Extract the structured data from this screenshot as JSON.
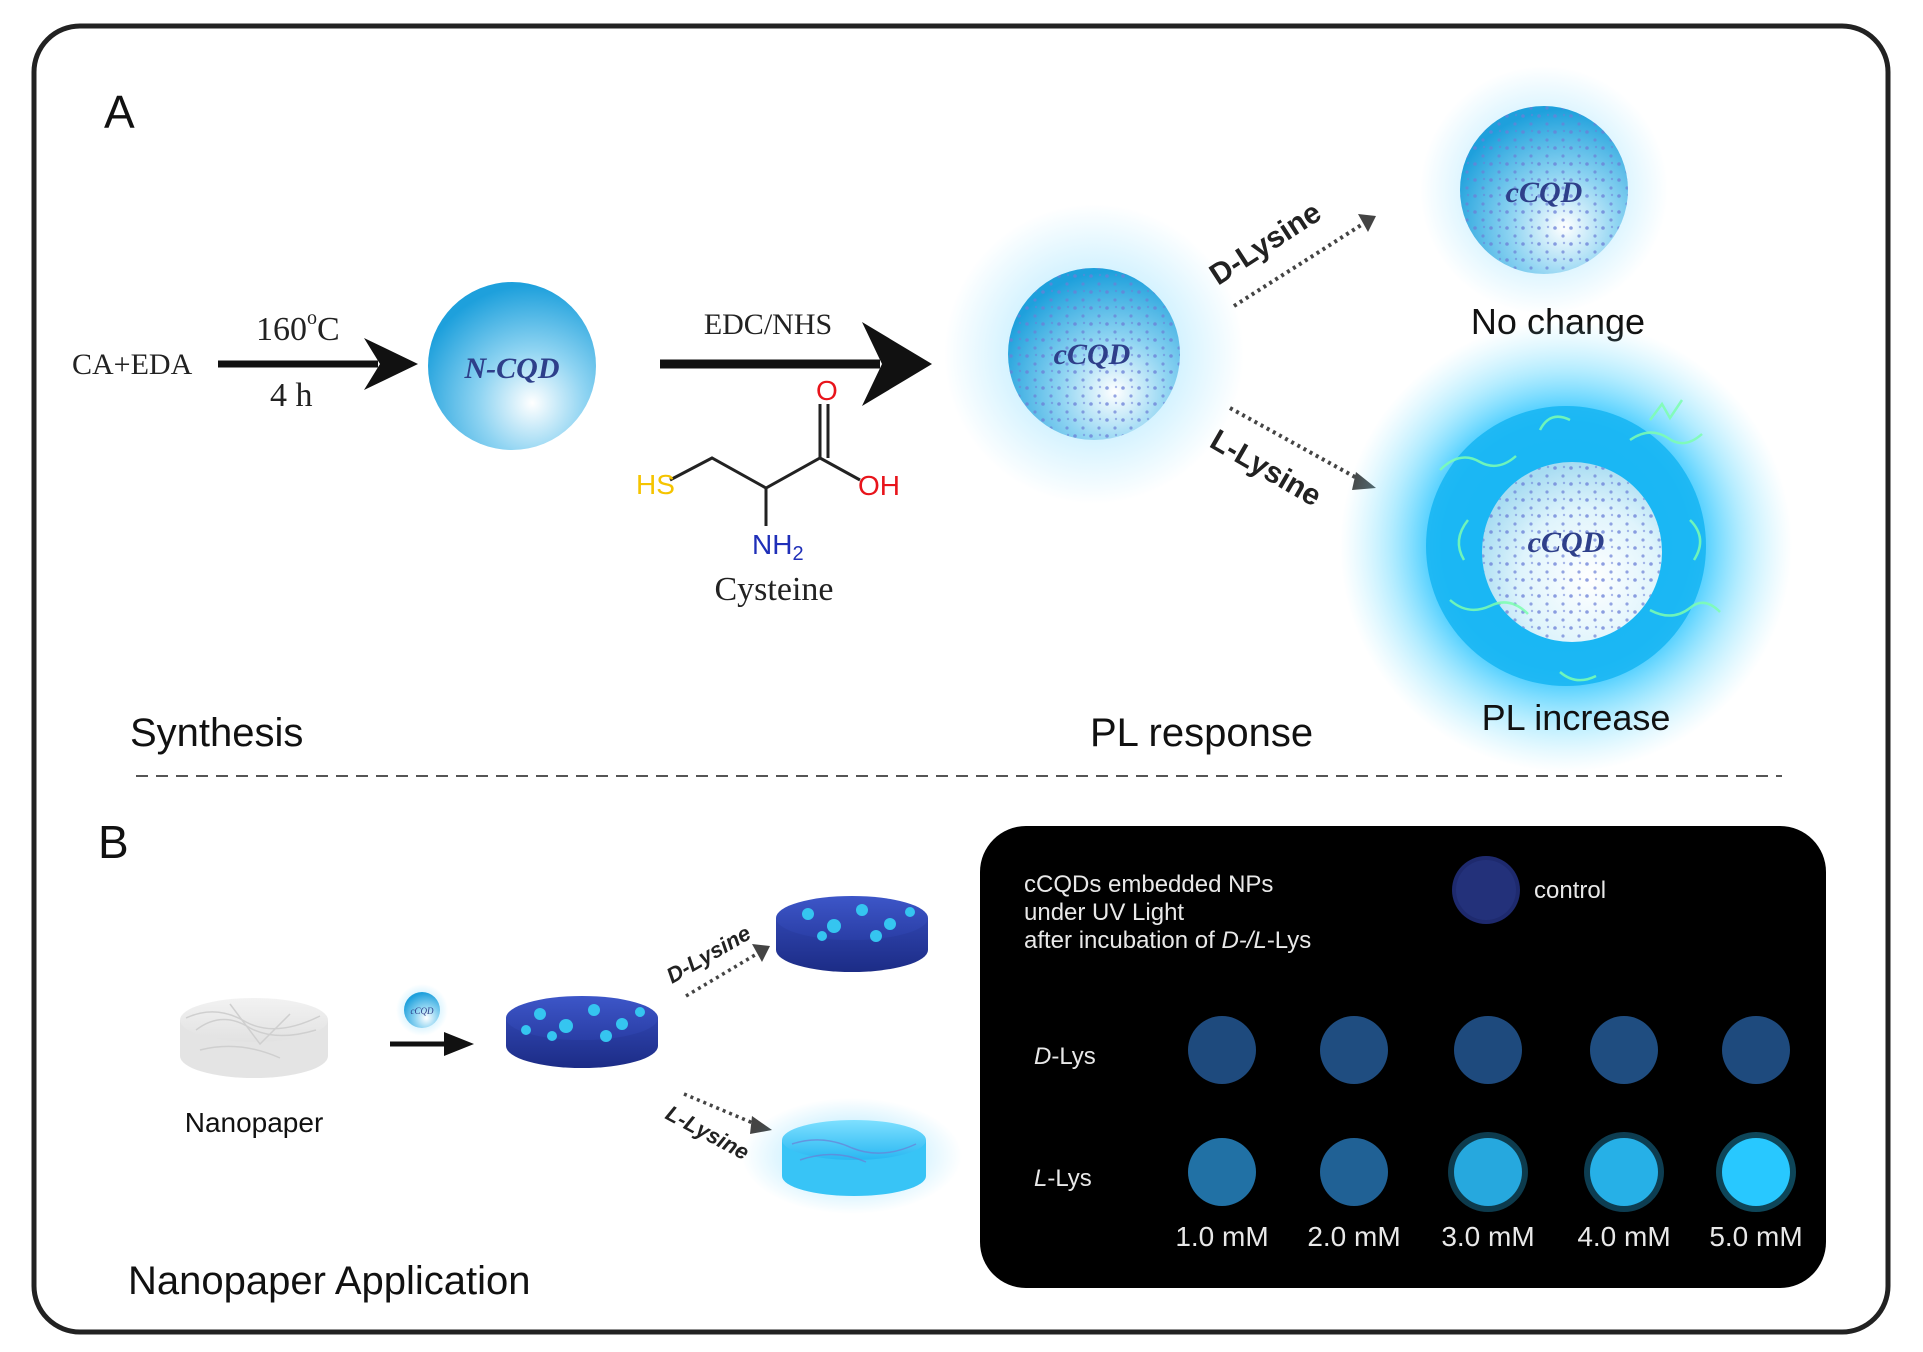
{
  "panel_a": {
    "letter": "A",
    "reactants": "CA+EDA",
    "step1": {
      "temperature": "160",
      "temperature_sup": "o",
      "temperature_unit": "C",
      "time": "4 h"
    },
    "particle_ncqd": "N-CQD",
    "step2_reagent": "EDC/NHS",
    "cysteine": {
      "name": "Cysteine",
      "o_label": "O",
      "oh_label": "OH",
      "hs_label": "HS",
      "nh_label": "NH",
      "nh_sub": "2"
    },
    "particle_ccqd": "cCQD",
    "branch_d": "D-Lysine",
    "branch_l": "L-Lysine",
    "result_no_change": "No change",
    "result_pl_increase": "PL increase",
    "section_synthesis": "Synthesis",
    "section_pl": "PL response"
  },
  "panel_b": {
    "letter": "B",
    "nanopaper_label": "Nanopaper",
    "small_particle_label": "cCQD",
    "branch_d": "D-Lysine",
    "branch_l": "L-Lysine",
    "section_label": "Nanopaper Application",
    "photo": {
      "caption_line1": "cCQDs embedded NPs",
      "caption_line2": "under UV Light",
      "caption_line3_prefix": "after incubation of ",
      "caption_line3_italic": "D-/L",
      "caption_line3_suffix": "-Lys",
      "control_label": "control",
      "row_d_italic": "D",
      "row_d_rest": "-Lys",
      "row_l_italic": "L",
      "row_l_rest": "-Lys",
      "concentrations": [
        "1.0 mM",
        "2.0 mM",
        "3.0 mM",
        "4.0 mM",
        "5.0 mM"
      ],
      "d_lys_intensity": [
        0.2,
        0.22,
        0.2,
        0.22,
        0.2
      ],
      "l_lys_intensity": [
        0.45,
        0.35,
        0.8,
        0.85,
        1.0
      ]
    }
  },
  "colors": {
    "frame": "#222222",
    "qd_blue": "#2aa7e0",
    "glow": "#32c8ff",
    "panel_dark": "#000000",
    "o_red": "#e8141b",
    "hs_yellow": "#f5c400",
    "nh_blue": "#1f2fb8"
  }
}
